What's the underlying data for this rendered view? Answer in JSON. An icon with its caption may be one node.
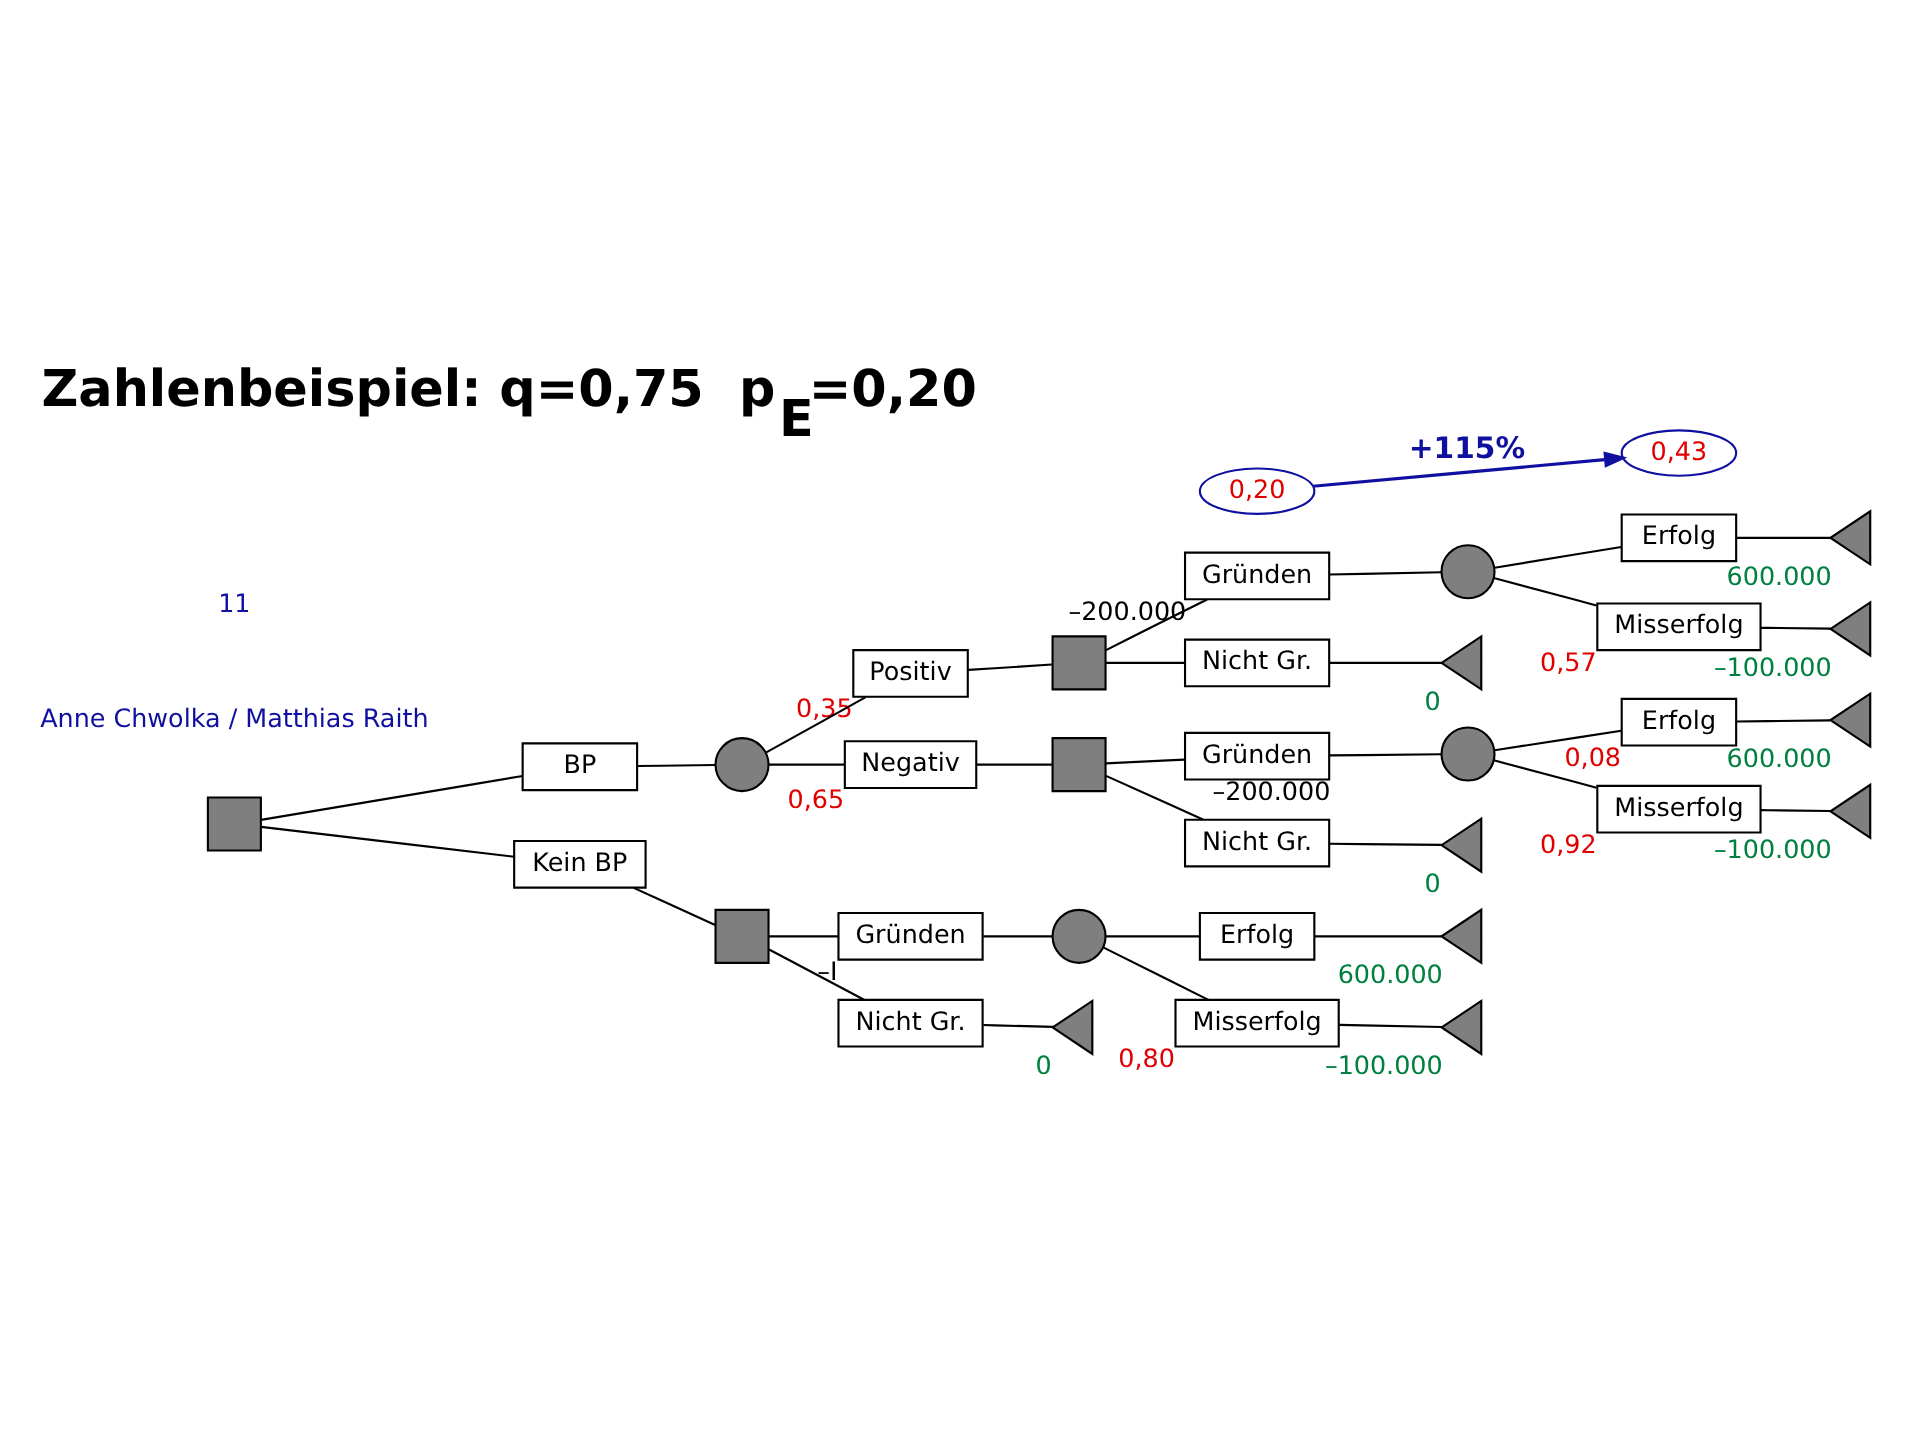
{
  "diagram": {
    "title": "Zahlenbeispiel: q=0,75  p$_{E}$=0,20",
    "nodes": [
      {
        "text": [],
        "shape": "box"
      },
      {
        "text": [
          "BP"
        ]
      },
      {
        "text": [],
        "shape": "circle"
      },
      {
        "text": [
          "Positiv"
        ],
        "beside": [
          "0,35"
        ]
      },
      {
        "text": [],
        "shape": "box"
      },
      {
        "text": [
          "Gründen"
        ],
        "beside": [
          "–200.000"
        ]
      },
      {
        "text": [],
        "shape": "circle"
      },
      {
        "text": [
          "Erfolg"
        ]
      },
      {
        "text": [
          "0,43"
        ]
      },
      {
        "text": [],
        "shape": "triangle",
        "beside": [
          "600.000"
        ]
      },
      {
        "text": [
          "Misserfolg"
        ],
        "beside": [
          "0,57"
        ]
      },
      {
        "text": [],
        "shape": "triangle",
        "beside": [
          "–100.000"
        ]
      },
      {
        "text": [
          "Nicht Gr."
        ]
      },
      {
        "text": [],
        "shape": "triangle",
        "beside": [
          "0"
        ]
      },
      {
        "text": [
          "Negativ"
        ],
        "beside": [
          "0,65"
        ]
      },
      {
        "text": [],
        "shape": "box"
      },
      {
        "text": [
          "Gründen"
        ],
        "beside": [
          "–200.000"
        ]
      },
      {
        "text": [],
        "shape": "circle"
      },
      {
        "text": [
          "Erfolg"
        ],
        "beside": [
          "0,08"
        ]
      },
      {
        "text": [],
        "shape": "triangle",
        "beside": [
          "600.000"
        ]
      },
      {
        "text": [
          "Misserfolg"
        ],
        "beside": [
          "0,92"
        ]
      },
      {
        "text": [],
        "shape": "triangle",
        "beside": [
          "–100.000"
        ]
      },
      {
        "text": [
          "Nicht Gr."
        ]
      },
      {
        "text": [],
        "shape": "triangle",
        "beside": [
          "0"
        ]
      },
      {
        "text": [
          "Kein BP"
        ]
      },
      {
        "text": [],
        "shape": "box"
      },
      {
        "text": [
          "Gründen"
        ],
        "beside": [
          "–I"
        ]
      },
      {
        "text": [],
        "shape": "circle"
      },
      {
        "text": [
          "Erfolg"
        ]
      },
      {
        "text": [
          "0,20"
        ]
      },
      {
        "text": [],
        "shape": "triangle",
        "beside": [
          "600.000"
        ]
      },
      {
        "text": [
          "Misserfolg"
        ],
        "beside": [
          "0,80"
        ]
      },
      {
        "text": [],
        "shape": "triangle",
        "beside": [
          "–100.000"
        ]
      },
      {
        "text": [
          "Nicht Gr."
        ]
      },
      {
        "text": [],
        "shape": "triangle",
        "beside": [
          "0"
        ]
      }
    ],
    "edges": [
      {
        "from": 0,
        "to": 1,
        "arrow": "none"
      },
      {
        "from": 1,
        "to": 2,
        "arrow": "none"
      },
      {
        "from": 2,
        "to": 3,
        "arrow": "none"
      },
      {
        "from": 2,
        "to": 14,
        "arrow": "none"
      },
      {
        "from": 3,
        "to": 4,
        "arrow": "none"
      },
      {
        "from": 4,
        "to": 5,
        "arrow": "none"
      },
      {
        "from": 4,
        "to": 12,
        "arrow": "none"
      },
      {
        "from": 5,
        "to": 6,
        "arrow": "none"
      },
      {
        "from": 6,
        "to": 7,
        "arrow": "none"
      },
      {
        "from": 6,
        "to": 10,
        "arrow": "none"
      },
      {
        "from": 7,
        "to": 9,
        "arrow": "none"
      },
      {
        "from": 10,
        "to": 11,
        "arrow": "none"
      },
      {
        "from": 12,
        "to": 13,
        "arrow": "none"
      },
      {
        "from": 14,
        "to": 15,
        "arrow": "none"
      },
      {
        "from": 15,
        "to": 16,
        "arrow": "none"
      },
      {
        "from": 15,
        "to": 22,
        "arrow": "none"
      },
      {
        "from": 16,
        "to": 17,
        "arrow": "none"
      },
      {
        "from": 17,
        "to": 18,
        "arrow": "none"
      },
      {
        "from": 17,
        "to": 20,
        "arrow": "none"
      },
      {
        "from": 18,
        "to": 19,
        "arrow": "none"
      },
      {
        "from": 20,
        "to": 21,
        "arrow": "none"
      },
      {
        "from": 22,
        "to": 23,
        "arrow": "none"
      },
      {
        "from": 0,
        "to": 24,
        "arrow": "none"
      },
      {
        "from": 24,
        "to": 25,
        "arrow": "none"
      },
      {
        "from": 25,
        "to": 26,
        "arrow": "none"
      },
      {
        "from": 25,
        "to": 33,
        "arrow": "none"
      },
      {
        "from": 26,
        "to": 27,
        "arrow": "none"
      },
      {
        "from": 27,
        "to": 28,
        "arrow": "none"
      },
      {
        "from": 27,
        "to": 31,
        "arrow": "none"
      },
      {
        "from": 28,
        "to": 30,
        "arrow": "none"
      },
      {
        "from": 31,
        "to": 32,
        "arrow": "none"
      },
      {
        "from": 33,
        "to": 34,
        "arrow": "none"
      },
      {
        "from": 29,
        "to": 8,
        "arrow": "to",
        "label": "+115%",
        "color": "#1010a0"
      }
    ],
    "labels": [
      "Anne Chwolka / Matthias Raith",
      "11"
    ]
  }
}
